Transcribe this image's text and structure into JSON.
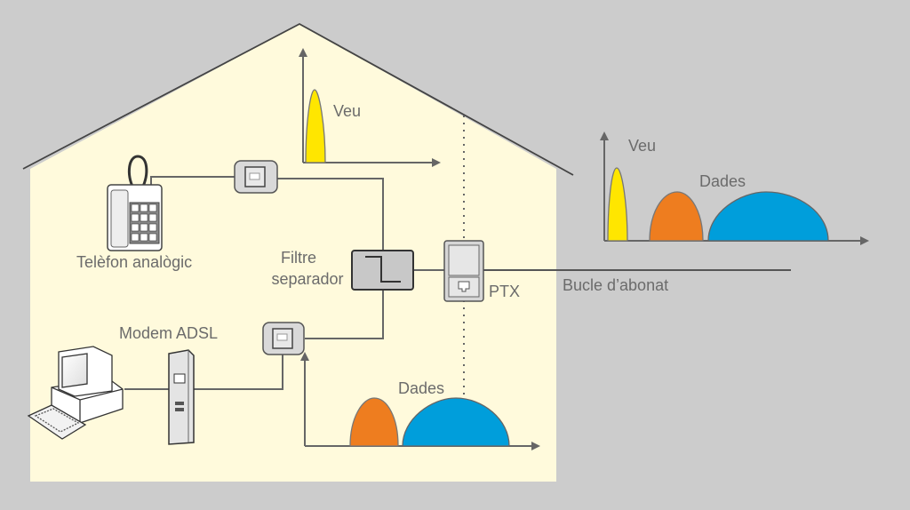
{
  "colors": {
    "background": "#cccccc",
    "house_fill": "#fffadc",
    "voice": "#ffe600",
    "upstream": "#ee7d1f",
    "downstream": "#009edb",
    "line": "#666666",
    "text": "#6b6b6b"
  },
  "labels": {
    "phone": "Telèfon analògic",
    "filter_line1": "Filtre",
    "filter_line2": "separador",
    "modem": "Modem ADSL",
    "ptx": "PTX",
    "loop": "Bucle d’abonat",
    "voice_top": "Veu",
    "data_bottom": "Dades",
    "voice_right": "Veu",
    "data_right": "Dades"
  },
  "spectra": [
    {
      "name": "phone-side spectrum",
      "bands": [
        "voice"
      ]
    },
    {
      "name": "modem-side spectrum",
      "bands": [
        "upstream",
        "downstream"
      ]
    },
    {
      "name": "subscriber-loop spectrum",
      "bands": [
        "voice",
        "upstream",
        "downstream"
      ]
    }
  ]
}
